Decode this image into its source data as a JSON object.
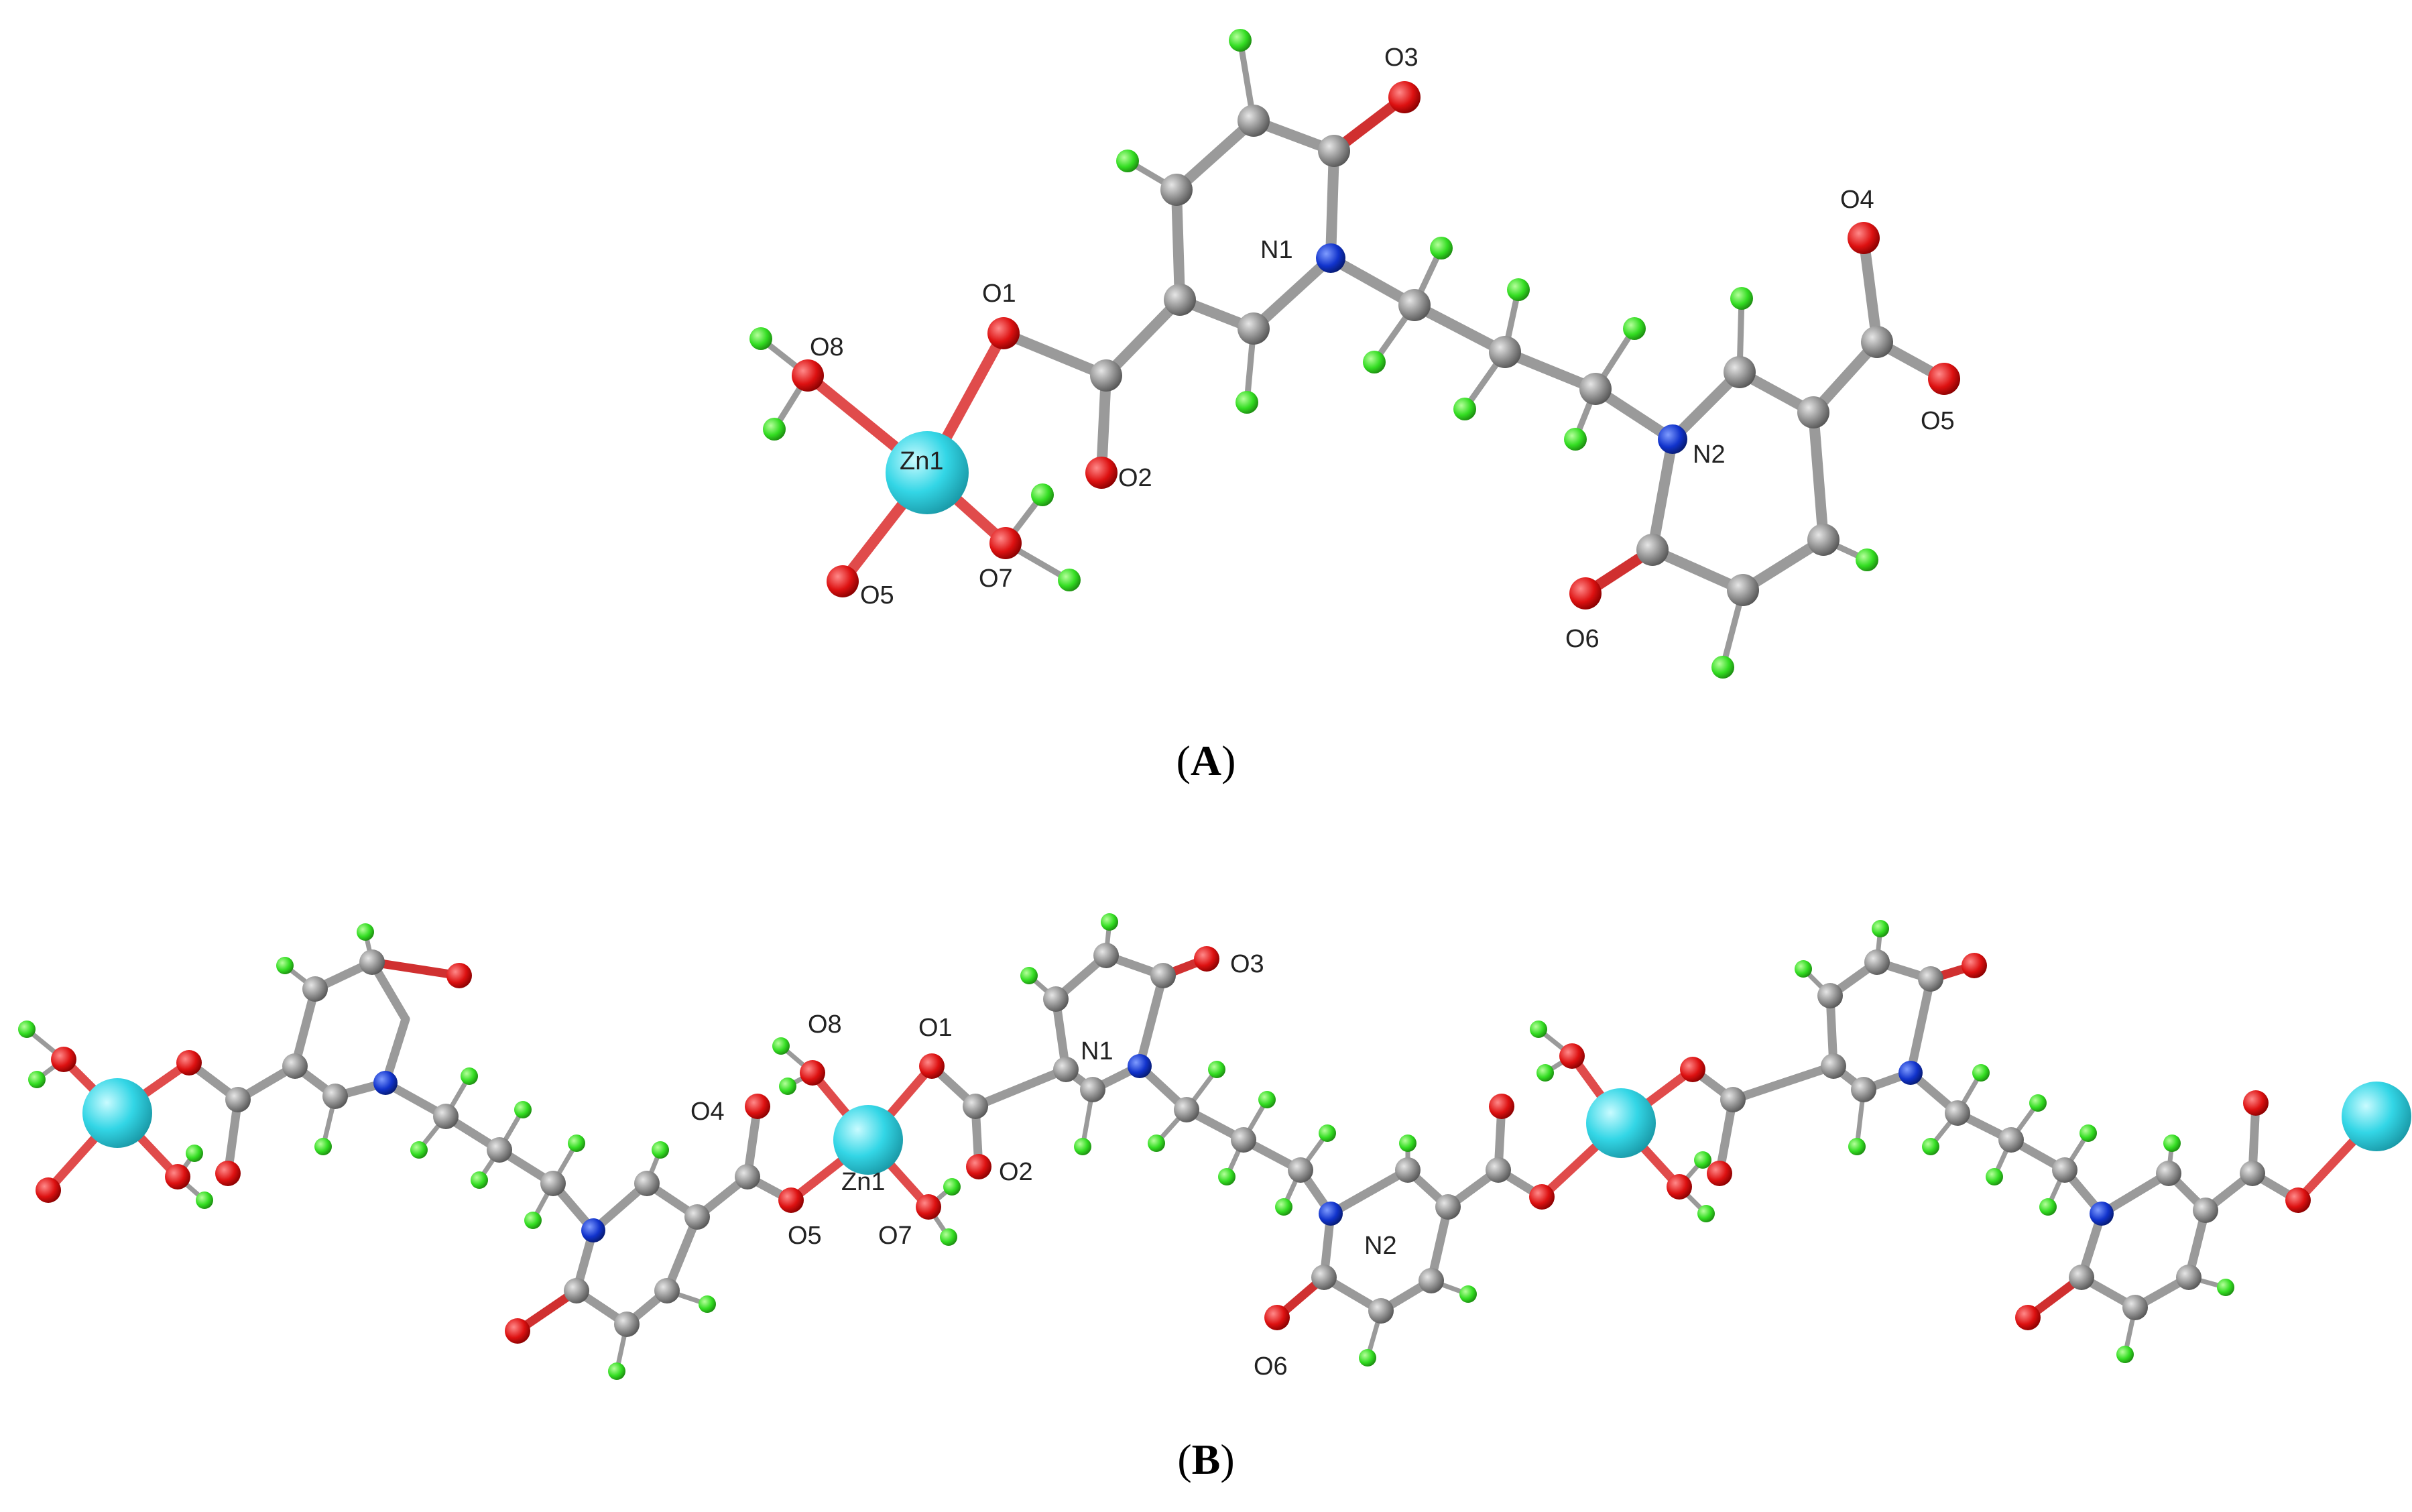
{
  "panels": [
    {
      "id": "A",
      "caption_open": "(",
      "caption_letter": "A",
      "caption_close": ")",
      "atom_labels": [
        "O1",
        "O2",
        "O3",
        "O4",
        "O5",
        "O6",
        "O7",
        "O8",
        "N1",
        "N2",
        "Zn1",
        "O5"
      ]
    },
    {
      "id": "B",
      "caption_open": "(",
      "caption_letter": "B",
      "caption_close": ")",
      "atom_labels": [
        "O8",
        "O1",
        "O3",
        "N1",
        "O4",
        "O2",
        "Zn1",
        "O5",
        "O7",
        "N2",
        "O6"
      ]
    }
  ],
  "colors": {
    "carbon": "#8c8c8c",
    "hydrogen": "#33dd22",
    "oxygen": "#dd1111",
    "nitrogen": "#1133cc",
    "zinc": "#33d6e6",
    "bond": "#9a9a9a"
  }
}
